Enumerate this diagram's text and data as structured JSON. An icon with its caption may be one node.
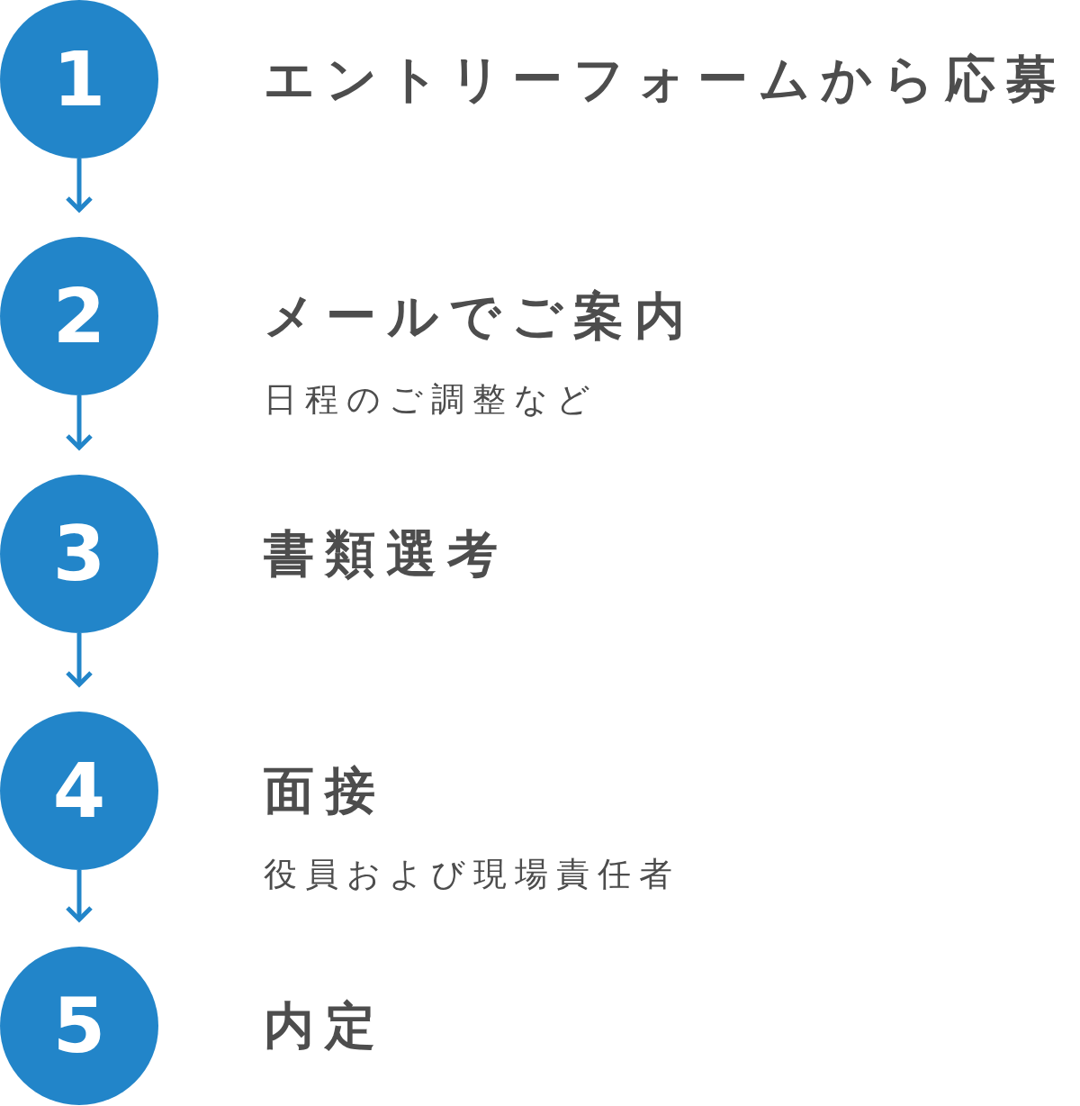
{
  "diagram": {
    "nodes": [
      {
        "text": [
          "1"
        ],
        "beside": [
          "エントリーフォームから応募"
        ]
      },
      {
        "text": [
          "2"
        ],
        "beside": [
          "メールでご案内",
          "日程のご調整など"
        ]
      },
      {
        "text": [
          "3"
        ],
        "beside": [
          "書類選考"
        ]
      },
      {
        "text": [
          "4"
        ],
        "beside": [
          "面接",
          "役員および現場責任者"
        ]
      },
      {
        "text": [
          "5"
        ],
        "beside": [
          "内定"
        ]
      }
    ],
    "edges": [
      {
        "from": 0,
        "to": 1,
        "arrow": "to"
      },
      {
        "from": 1,
        "to": 2,
        "arrow": "to"
      },
      {
        "from": 2,
        "to": 3,
        "arrow": "to"
      },
      {
        "from": 3,
        "to": 4,
        "arrow": "to"
      }
    ]
  }
}
